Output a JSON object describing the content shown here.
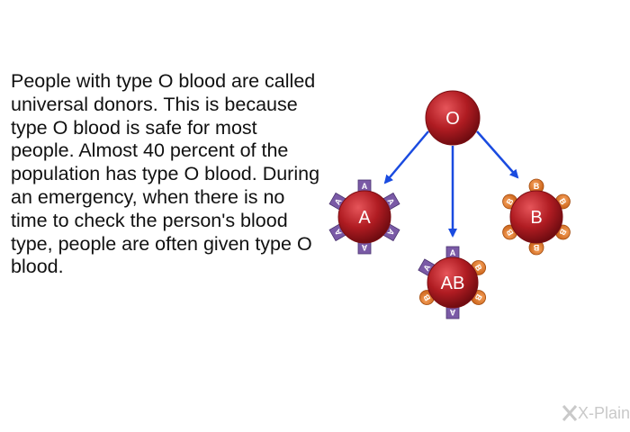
{
  "description_text": "People with type O blood are called universal donors. This is because type O blood is safe for most people. Almost 40 percent of the population has type O blood. During an emergency, when there is no time to check the person's blood type, people are often given type O blood.",
  "diagram": {
    "donor": {
      "label": "O"
    },
    "recipients": [
      {
        "id": "a",
        "label": "A",
        "antigens": [
          "A",
          "A",
          "A",
          "A",
          "A",
          "A"
        ]
      },
      {
        "id": "ab",
        "label": "AB",
        "antigens": [
          "A",
          "B",
          "B",
          "A",
          "B",
          "A"
        ]
      },
      {
        "id": "b",
        "label": "B",
        "antigens": [
          "B",
          "B",
          "B",
          "B",
          "B",
          "B"
        ]
      }
    ]
  },
  "colors": {
    "cell": "#b01c22",
    "arrow": "#1a4be0",
    "antigen_a": "#7a5aa6",
    "antigen_b": "#e07a2a"
  },
  "logo": {
    "text": "X-Plain",
    "icon": "x-plain-logo-icon"
  }
}
